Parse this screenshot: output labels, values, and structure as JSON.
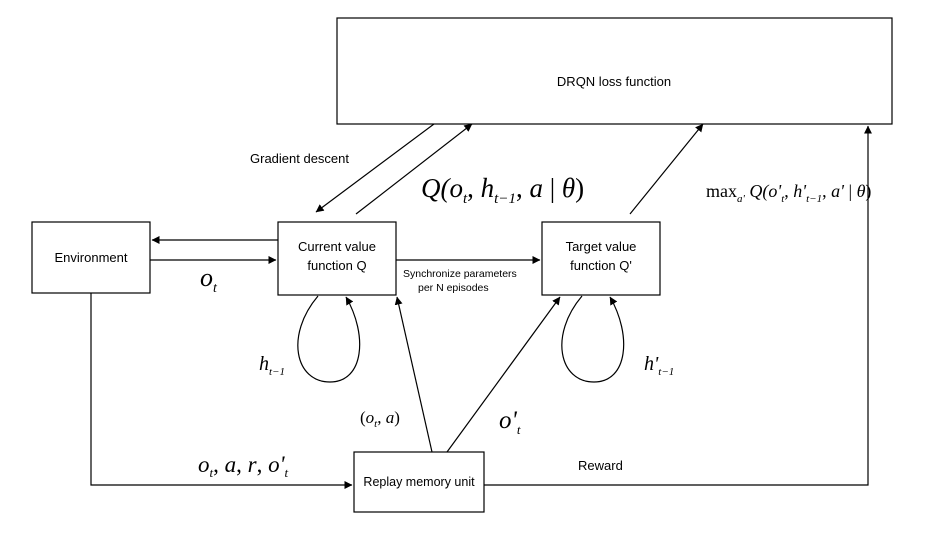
{
  "boxes": {
    "loss": "DRQN loss function",
    "environment": "Environment",
    "current_line1": "Current value",
    "current_line2": "function Q",
    "target_line1": "Target value",
    "target_line2": "function Q'",
    "replay": "Replay memory unit"
  },
  "labels": {
    "gradient": "Gradient descent",
    "sync_line1": "Synchronize parameters",
    "sync_line2": "per N episodes",
    "reward": "Reward"
  },
  "formulas": {
    "q_value": "Q(o_t, h_{t−1}, a | θ)",
    "max_q": "max_{a'} Q(o'_t, h'_{t−1}, a' | θ)",
    "obs": "o_t",
    "hidden": "h_{t−1}",
    "hidden_target": "h'_{t−1}",
    "obs_action": "(o_t, a)",
    "next_obs": "o'_t",
    "transition": "o_t, a, r, o'_t"
  },
  "colors": {
    "stroke": "#000000",
    "background": "#ffffff"
  }
}
